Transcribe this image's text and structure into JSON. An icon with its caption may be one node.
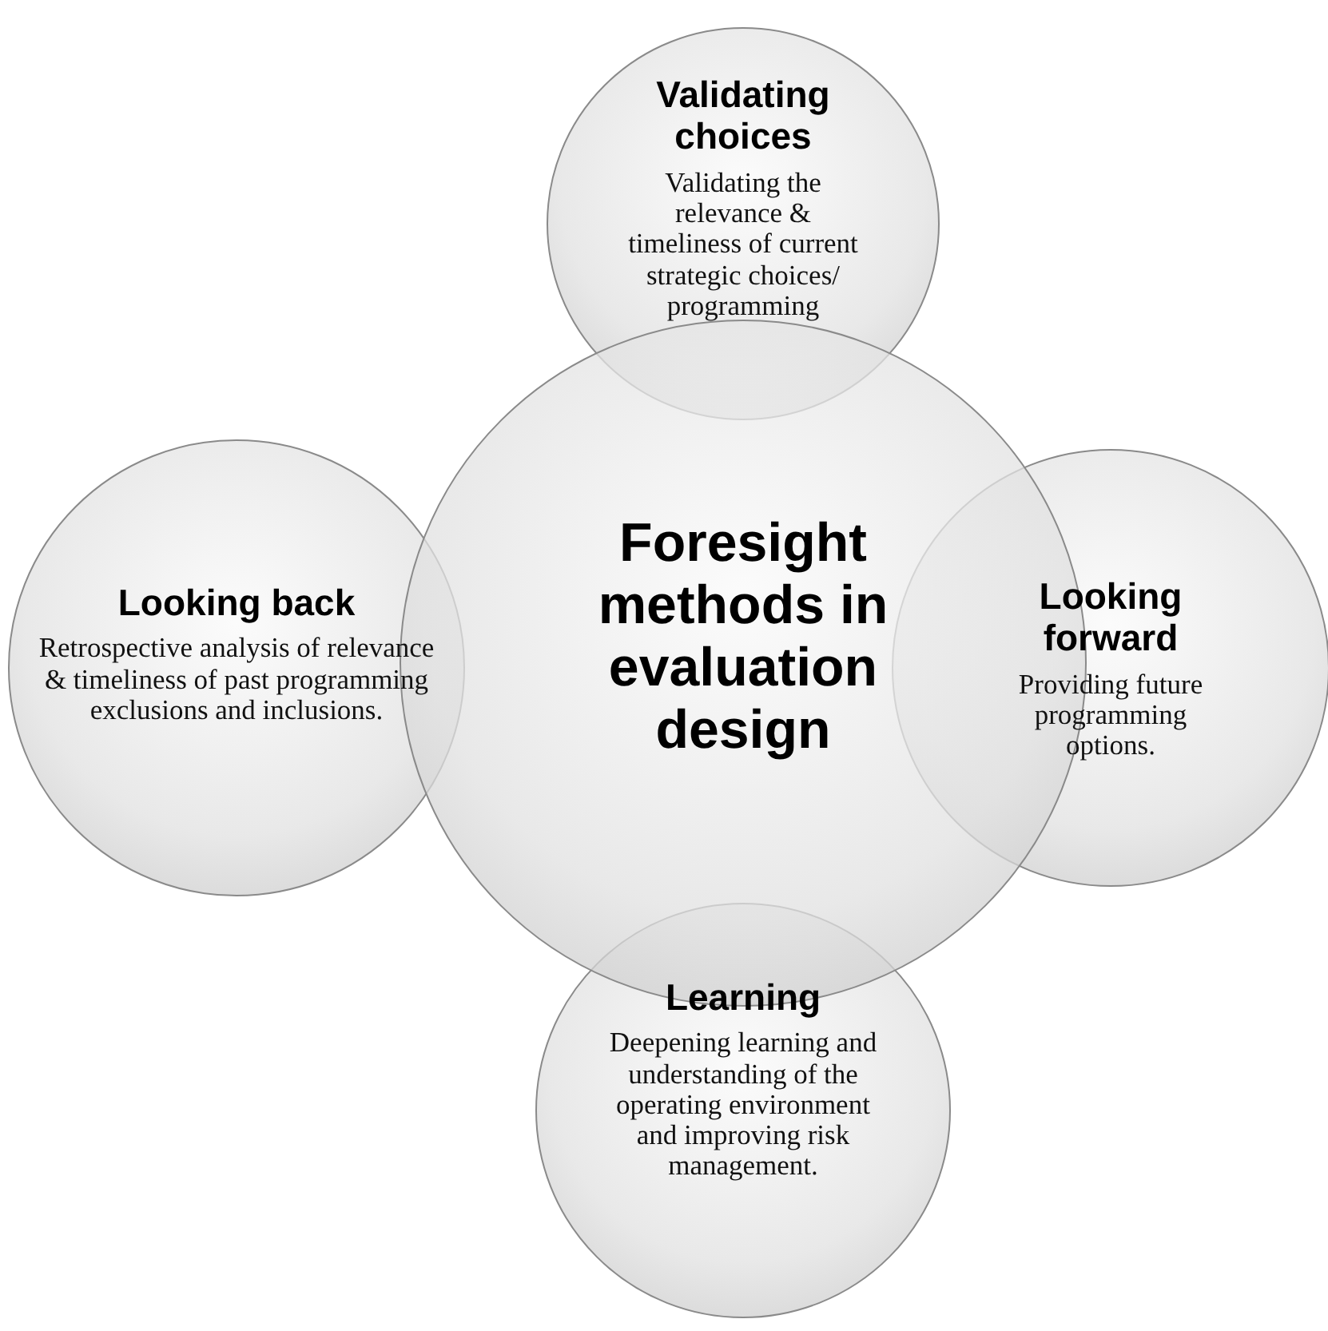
{
  "diagram": {
    "nodes": [
      {
        "text": [
          "Validating choices",
          "Validating the relevance & timeliness of current strategic choices/ programming"
        ]
      },
      {
        "text": [
          "Looking back",
          "Retrospective analysis of relevance & timeliness of past programming exclusions and inclusions."
        ]
      },
      {
        "text": [
          "Foresight methods in evaluation design"
        ]
      },
      {
        "text": [
          "Looking forward",
          "Providing future programming options."
        ]
      },
      {
        "text": [
          "Learning",
          "Deepening learning and understanding of the operating environment and improving risk management."
        ]
      }
    ],
    "edges": []
  }
}
